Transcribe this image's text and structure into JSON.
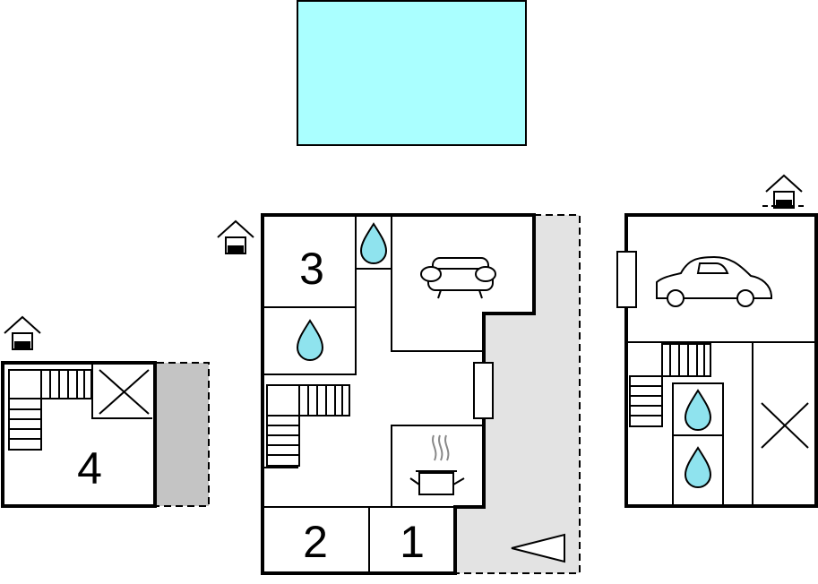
{
  "colors": {
    "pool": "#aaffff",
    "water_drop": "#8fe3ee",
    "terrace_light": "#e3e3e3",
    "terrace_dark": "#c4c4c4",
    "wall": "#000000"
  },
  "rooms": {
    "bedroom_3": "3",
    "bedroom_2": "2",
    "bedroom_1": "1",
    "bedroom_4": "4"
  },
  "icons": [
    "pool",
    "entrance-icon",
    "stairs-icon",
    "bathroom-icon",
    "sofa-icon",
    "kitchen-icon",
    "car-icon",
    "window-icon",
    "void-icon",
    "terrace-icon"
  ]
}
